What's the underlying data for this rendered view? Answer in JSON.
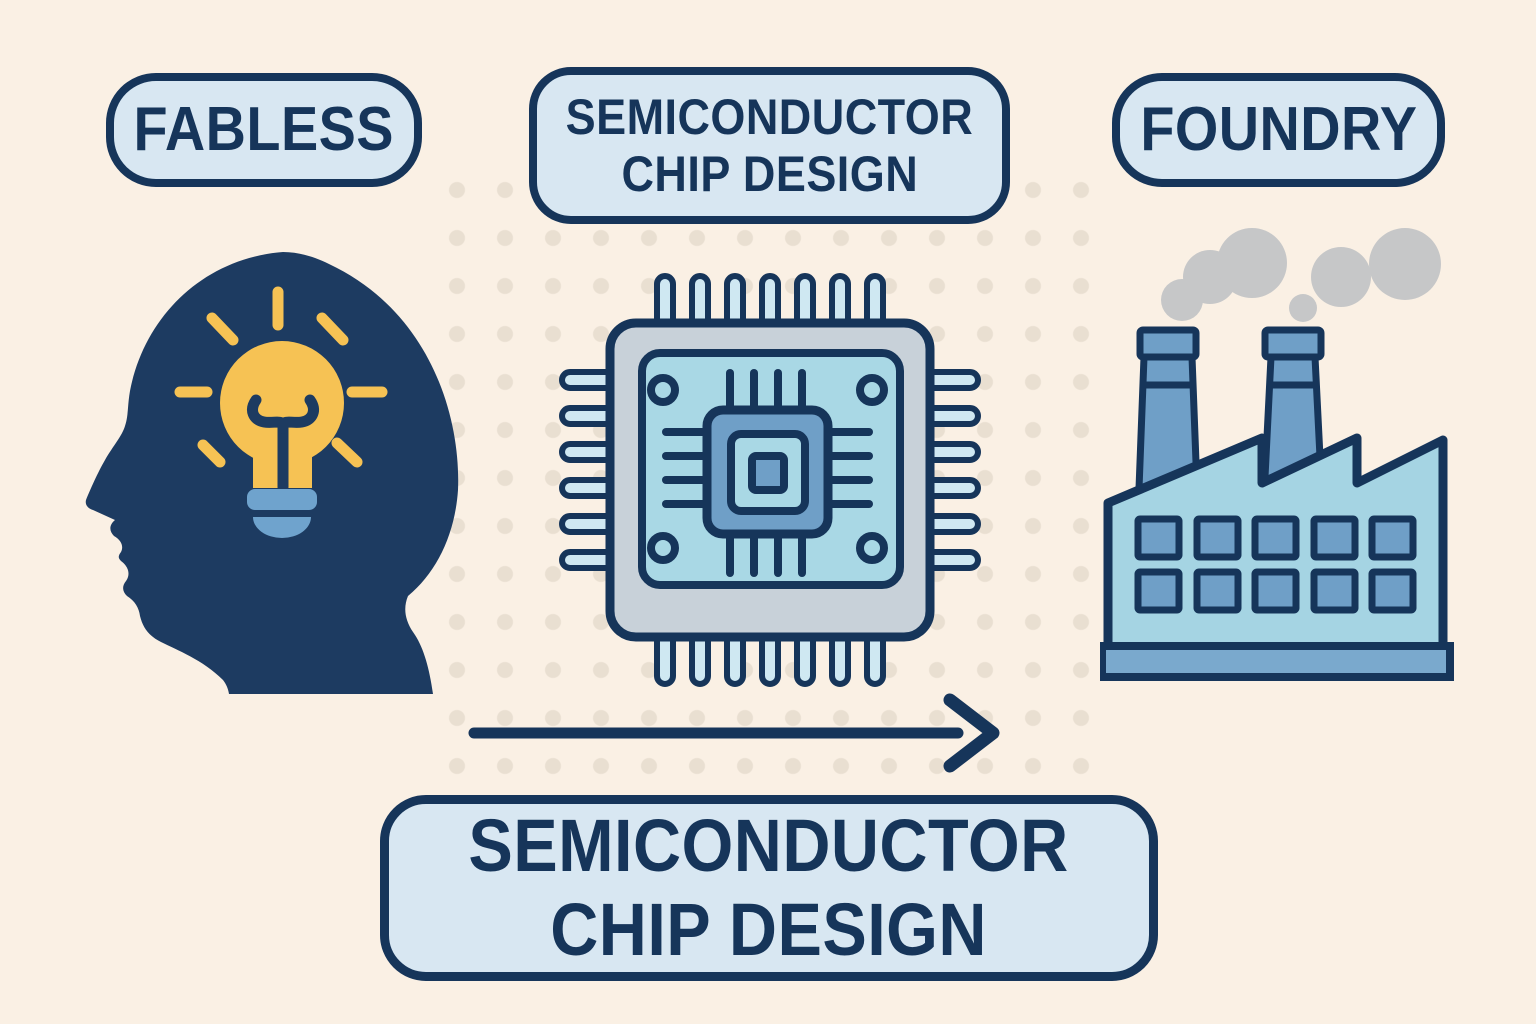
{
  "diagram": {
    "type": "process-infographic",
    "topic": "Semiconductor chip design flow from a fabless company to a foundry"
  },
  "labels": {
    "fabless": "FABLESS",
    "top_design_line1": "SEMICONDUCTOR",
    "top_design_line2": "CHIP DESIGN",
    "foundry": "FOUNDRY",
    "bottom_design_line1": "SEMICONDUCTOR",
    "bottom_design_line2": "CHIP DESIGN"
  },
  "icons": {
    "head": "idea-head-icon",
    "chip": "microchip-icon",
    "factory": "factory-icon",
    "arrow": "flow-arrow-icon"
  },
  "colors": {
    "background": "#faf0e4",
    "dot_pattern": "#e9dfd1",
    "navy_outline": "#16355a",
    "head_navy": "#1d3b61",
    "pill_fill": "#d8e7f2",
    "chip_shell_gray": "#c8d1d9",
    "chip_panel_blue": "#a9d8e5",
    "mid_blue": "#6f9fc7",
    "pin_light_blue": "#cfe8f2",
    "factory_body_blue": "#a5d4e3",
    "factory_base_blue": "#7aa9cd",
    "bulb_yellow": "#f6c254",
    "bulb_base_blue": "#6fa3cd",
    "smoke_gray": "#c6c7c8"
  }
}
